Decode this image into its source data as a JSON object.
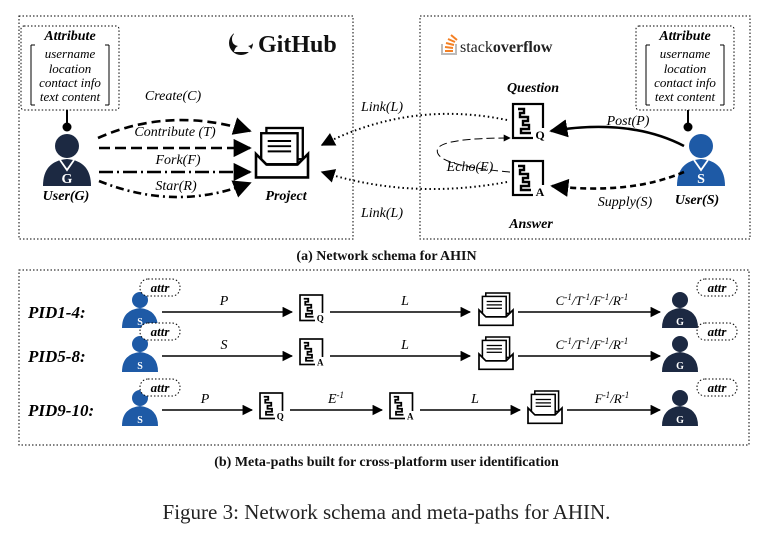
{
  "github": {
    "brand": "GitHub",
    "attribute_title": "Attribute",
    "attributes": [
      "username",
      "location",
      "contact info",
      "text content"
    ],
    "user_badge": "G",
    "user_label": "User(G)",
    "project_label": "Project",
    "edges": [
      "Create(C)",
      "Contribute (T)",
      "Fork(F)",
      "Star(R)"
    ]
  },
  "stackoverflow": {
    "brand_light": "stack",
    "brand_bold": "overflow",
    "attribute_title": "Attribute",
    "attributes": [
      "username",
      "location",
      "contact info",
      "text content"
    ],
    "user_badge": "S",
    "user_label": "User(S)",
    "question_label": "Question",
    "answer_label": "Answer",
    "question_badge": "Q",
    "answer_badge": "A",
    "post_edge": "Post(P)",
    "supply_edge": "Supply(S)",
    "echo_edge": "Echo(E)"
  },
  "links": [
    "Link(L)",
    "Link(L)"
  ],
  "caption_a": "(a) Network schema for AHIN",
  "meta_paths": [
    {
      "id": "PID1-4:",
      "attr": "attr",
      "start_badge": "S",
      "edges": [
        "P",
        "L",
        "C-1/T-1/F-1/R-1"
      ],
      "end_badge": "G"
    },
    {
      "id": "PID5-8:",
      "attr": "attr",
      "start_badge": "S",
      "edges": [
        "S",
        "L",
        "C-1/T-1/F-1/R-1"
      ],
      "end_badge": "G"
    },
    {
      "id": "PID9-10:",
      "attr": "attr",
      "start_badge": "S",
      "edges": [
        "P",
        "E-1",
        "L",
        "F-1/R-1"
      ],
      "end_badge": "G"
    }
  ],
  "caption_b": "(b) Meta-paths built for cross-platform user identification",
  "figure_caption": "Figure 3: Network schema and meta-paths for AHIN.",
  "colors": {
    "github_user": "#1c2942",
    "so_user": "#1e5aa6",
    "so_orange": "#f48024"
  }
}
